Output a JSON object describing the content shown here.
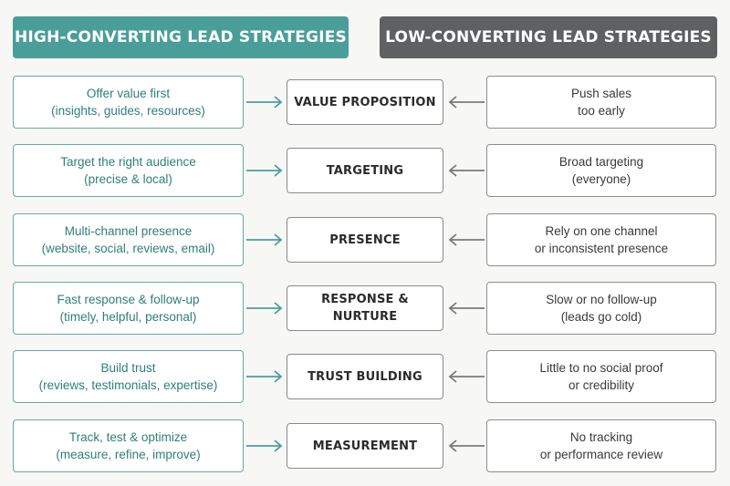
{
  "headers": {
    "left": "HIGH-CONVERTING LEAD STRATEGIES",
    "right": "LOW-CONVERTING LEAD STRATEGIES"
  },
  "colors": {
    "high_accent": "#4a9e99",
    "low_accent": "#5f6061",
    "high_text": "#2e7f7a"
  },
  "rows": [
    {
      "category": "VALUE PROPOSITION",
      "high": [
        "Offer value first",
        "(insights, guides, resources)"
      ],
      "low": [
        "Push sales",
        "too early"
      ]
    },
    {
      "category": "TARGETING",
      "high": [
        "Target the right audience",
        "(precise & local)"
      ],
      "low": [
        "Broad targeting",
        "(everyone)"
      ]
    },
    {
      "category": "PRESENCE",
      "high": [
        "Multi-channel presence",
        "(website, social, reviews, email)"
      ],
      "low": [
        "Rely on one channel",
        "or inconsistent presence"
      ]
    },
    {
      "category": "RESPONSE & NURTURE",
      "high": [
        "Fast response & follow-up",
        "(timely, helpful, personal)"
      ],
      "low": [
        "Slow or no follow-up",
        "(leads go cold)"
      ]
    },
    {
      "category": "TRUST BUILDING",
      "high": [
        "Build trust",
        "(reviews, testimonials, expertise)"
      ],
      "low": [
        "Little to no social proof",
        "or credibility"
      ]
    },
    {
      "category": "MEASUREMENT",
      "high": [
        "Track, test & optimize",
        "(measure, refine, improve)"
      ],
      "low": [
        "No tracking",
        "or performance review"
      ]
    }
  ]
}
